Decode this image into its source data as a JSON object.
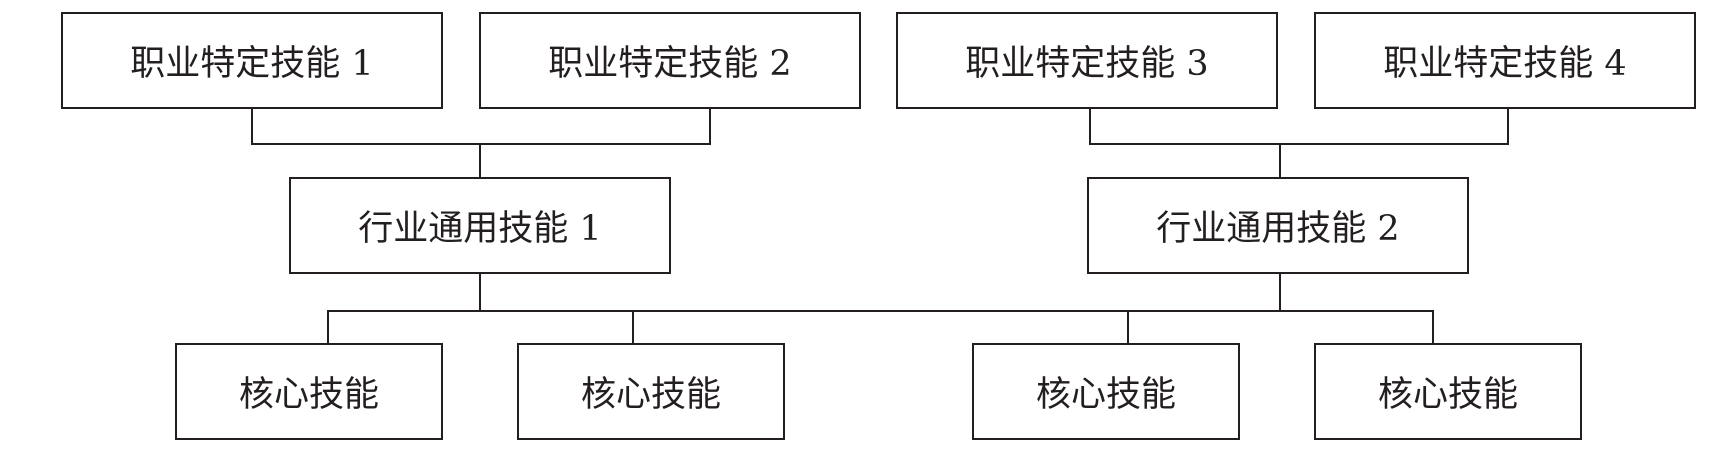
{
  "diagram": {
    "nodes": [
      {
        "id": "occ-1",
        "label": "职业特定技能 1"
      },
      {
        "id": "occ-2",
        "label": "职业特定技能 2"
      },
      {
        "id": "occ-3",
        "label": "职业特定技能 3"
      },
      {
        "id": "occ-4",
        "label": "职业特定技能 4"
      },
      {
        "id": "ind-1",
        "label": "行业通用技能 1"
      },
      {
        "id": "ind-2",
        "label": "行业通用技能 2"
      },
      {
        "id": "core-1",
        "label": "核心技能"
      },
      {
        "id": "core-2",
        "label": "核心技能"
      },
      {
        "id": "core-3",
        "label": "核心技能"
      },
      {
        "id": "core-4",
        "label": "核心技能"
      }
    ],
    "edges": [
      {
        "from": "occ-1",
        "to": "ind-1"
      },
      {
        "from": "occ-2",
        "to": "ind-1"
      },
      {
        "from": "occ-3",
        "to": "ind-2"
      },
      {
        "from": "occ-4",
        "to": "ind-2"
      },
      {
        "from": "ind-1",
        "to": "core-1"
      },
      {
        "from": "ind-1",
        "to": "core-2"
      },
      {
        "from": "ind-1",
        "to": "core-3"
      },
      {
        "from": "ind-1",
        "to": "core-4"
      },
      {
        "from": "ind-2",
        "to": "core-1"
      },
      {
        "from": "ind-2",
        "to": "core-2"
      },
      {
        "from": "ind-2",
        "to": "core-3"
      },
      {
        "from": "ind-2",
        "to": "core-4"
      }
    ],
    "colors": {
      "stroke": "#231f20",
      "text": "#231f20",
      "background": "#ffffff"
    }
  }
}
